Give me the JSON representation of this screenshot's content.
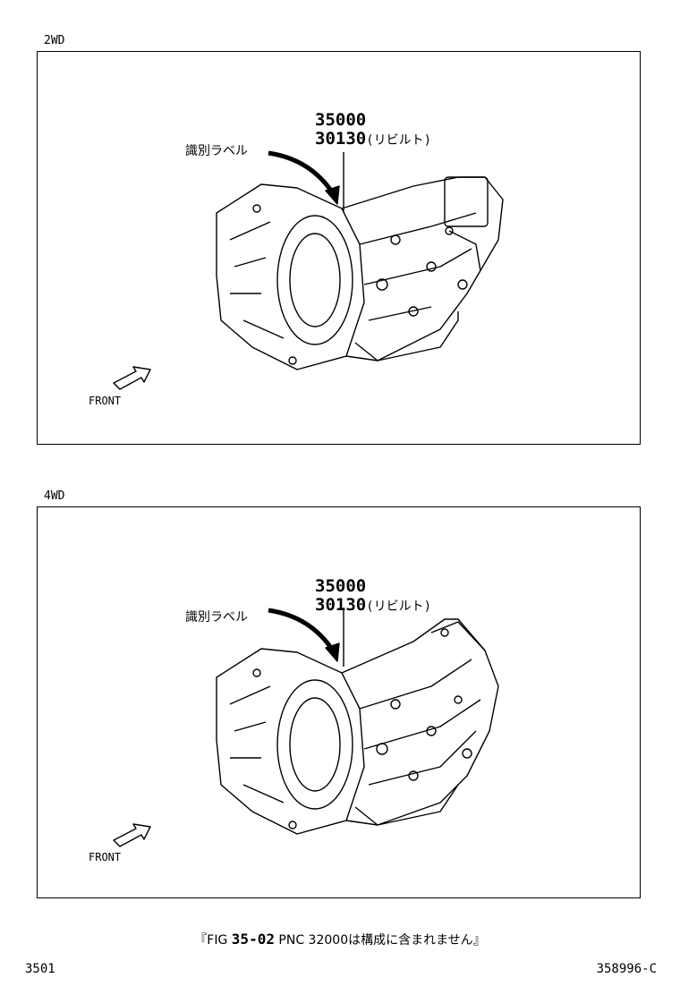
{
  "panels": [
    {
      "label": "2WD",
      "part_number": "35000",
      "rebuilt_number": "30130",
      "rebuilt_note": "(リビルト)",
      "callout": "識別ラベル",
      "direction": "FRONT"
    },
    {
      "label": "4WD",
      "part_number": "35000",
      "rebuilt_number": "30130",
      "rebuilt_note": "(リビルト)",
      "callout": "識別ラベル",
      "direction": "FRONT"
    }
  ],
  "footnote": {
    "prefix": "『FIG ",
    "fig": "35-02",
    "suffix": " PNC 32000は構成に含まれません』"
  },
  "page_left": "3501",
  "page_right": "358996-C"
}
